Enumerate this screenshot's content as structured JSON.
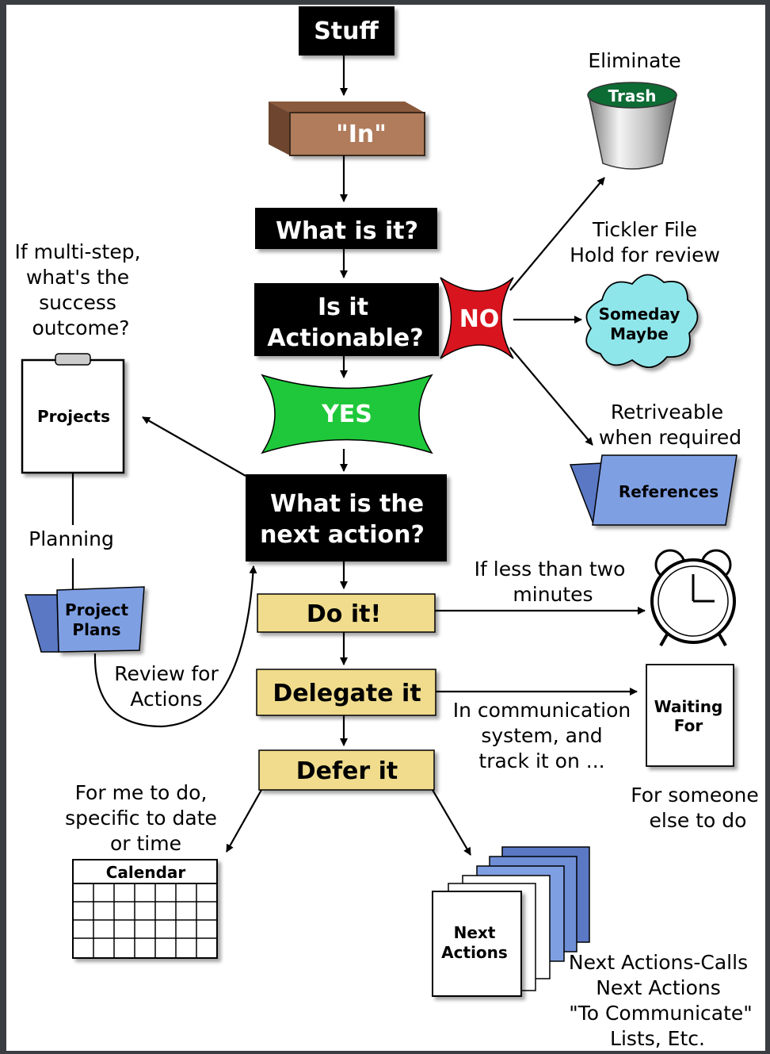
{
  "flow": {
    "stuff": "Stuff",
    "in": "\"In\"",
    "what_is_it": "What is it?",
    "is_actionable_1": "Is it",
    "is_actionable_2": "Actionable?",
    "no": "NO",
    "yes": "YES",
    "next_action_1": "What is the",
    "next_action_2": "next action?",
    "do_it": "Do it!",
    "delegate_it": "Delegate it",
    "defer_it": "Defer it"
  },
  "labels": {
    "eliminate": "Eliminate",
    "tickler_1": "Tickler File",
    "tickler_2": "Hold for review",
    "retrievable_1": "Retriveable",
    "retrievable_2": "when required",
    "multi_step_1": "If multi-step,",
    "multi_step_2": "what's the",
    "multi_step_3": "success",
    "multi_step_4": "outcome?",
    "planning": "Planning",
    "review_1": "Review for",
    "review_2": "Actions",
    "two_min_1": "If less than two",
    "two_min_2": "minutes",
    "comm_1": "In communication",
    "comm_2": "system, and",
    "comm_3": "track it on ...",
    "someone_1": "For someone",
    "someone_2": "else to do",
    "for_me_1": "For me to do,",
    "for_me_2": "specific to date",
    "for_me_3": "or time",
    "lists_1": "Next Actions-Calls",
    "lists_2": "Next Actions",
    "lists_3": "\"To Communicate\"",
    "lists_4": "Lists, Etc."
  },
  "icons": {
    "trash": "Trash",
    "someday_1": "Someday",
    "someday_2": "Maybe",
    "references": "References",
    "projects": "Projects",
    "project_plans_1": "Project",
    "project_plans_2": "Plans",
    "waiting_1": "Waiting",
    "waiting_2": "For",
    "calendar": "Calendar",
    "next_actions_1": "Next",
    "next_actions_2": "Actions"
  },
  "colors": {
    "box_black": "#000000",
    "box_yellow": "#f0dc8c",
    "yes_green": "#1fc83a",
    "no_red": "#d8141e",
    "in_tray": "#b07c5c",
    "cloud": "#8fe6ea",
    "folder_blue": "#7f9fe3"
  }
}
